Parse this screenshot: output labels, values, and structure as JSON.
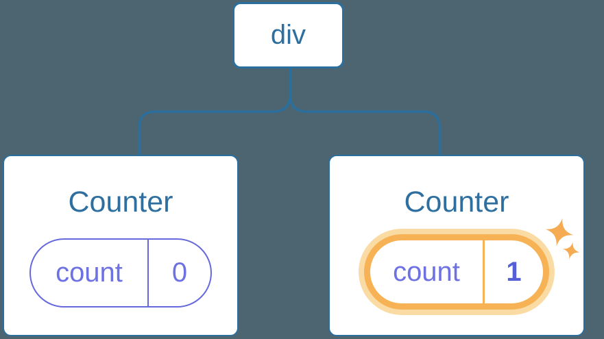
{
  "diagram": {
    "root_node": {
      "label": "div"
    },
    "nodes": [
      {
        "title": "Counter",
        "state_pill": {
          "name": "count",
          "value": "0"
        },
        "highlighted": false
      },
      {
        "title": "Counter",
        "state_pill": {
          "name": "count",
          "value": "1"
        },
        "highlighted": true
      }
    ],
    "icons": {
      "highlight_icon": "sparkles-icon"
    }
  },
  "colors": {
    "background": "#4c6570",
    "node_border": "#2b6f9f",
    "node_text": "#2e6f9f",
    "connector": "#2b6f9f",
    "card_bg": "#ffffff",
    "state_border": "#6569dd",
    "state_text": "#6d71e2",
    "state_value_highlight": "#5560d6",
    "highlight_ring": "#f6b254",
    "highlight_glow": "#fbdba4",
    "sparkle": "#f4ab51"
  }
}
